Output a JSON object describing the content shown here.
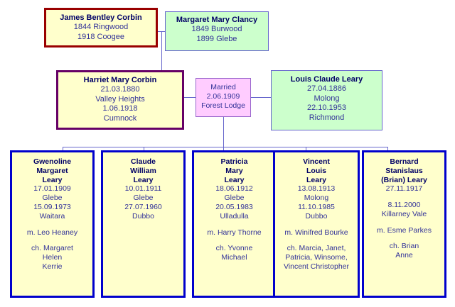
{
  "diagram": {
    "title": "Leary / Corbin family tree",
    "colors": {
      "box_cream": "#ffffcc",
      "box_green": "#ccffcc",
      "box_pink": "#ffccff",
      "border_dark_red": "#990000",
      "border_purple": "#660066",
      "border_blue": "#0000cc",
      "border_thin_blue": "#6666cc",
      "text_blue": "#333399",
      "connector": "#6666cc"
    },
    "generation1": {
      "father": {
        "name": "James Bentley Corbin",
        "lines": [
          "1844 Ringwood",
          "1918 Coogee"
        ]
      },
      "mother": {
        "name": "Margaret Mary Clancy",
        "lines": [
          "1849 Burwood",
          "1899 Glebe"
        ]
      }
    },
    "generation2": {
      "wife": {
        "name": "Harriet Mary Corbin",
        "lines": [
          "21.03.1880",
          "Valley Heights",
          "1.06.1918",
          "Cumnock"
        ]
      },
      "marriage": {
        "label": "Married",
        "date": "2.06.1909",
        "place": "Forest Lodge"
      },
      "husband": {
        "name": "Louis Claude Leary",
        "lines": [
          "27.04.1886",
          "Molong",
          "22.10.1953",
          "Richmond"
        ]
      }
    },
    "children": [
      {
        "name_lines": [
          "Gwenoline",
          "Margaret",
          "Leary"
        ],
        "birth_date": "17.01.1909",
        "birth_place": "Glebe",
        "death_date": "15.09.1973",
        "death_place": "Waitara",
        "spouse_lines": [
          "m. Leo Heaney"
        ],
        "children_lines": [
          "ch. Margaret",
          "Helen",
          "Kerrie"
        ]
      },
      {
        "name_lines": [
          "Claude",
          "William",
          "Leary"
        ],
        "birth_date": "10.01.1911",
        "birth_place": "Glebe",
        "death_date": "27.07.1960",
        "death_place": "Dubbo",
        "spouse_lines": [],
        "children_lines": []
      },
      {
        "name_lines": [
          "Patricia",
          "Mary",
          "Leary"
        ],
        "birth_date": "18.06.1912",
        "birth_place": "Glebe",
        "death_date": "20.05.1983",
        "death_place": "Ulladulla",
        "spouse_lines": [
          "m. Harry Thorne"
        ],
        "children_lines": [
          "ch. Yvonne",
          "Michael"
        ]
      },
      {
        "name_lines": [
          "Vincent",
          "Louis",
          "Leary"
        ],
        "birth_date": "13.08.1913",
        "birth_place": "Molong",
        "death_date": "11.10.1985",
        "death_place": "Dubbo",
        "spouse_lines": [
          "m. Winifred Bourke"
        ],
        "children_lines": [
          "ch. Marcia, Janet,",
          "Patricia, Winsome,",
          "Vincent Christopher"
        ]
      },
      {
        "name_lines": [
          "Bernard",
          "Stanislaus",
          "(Brian) Leary"
        ],
        "birth_date": "27.11.1917",
        "birth_place": "",
        "death_date": "8.11.2000",
        "death_place": "Killarney Vale",
        "spouse_lines": [
          "m. Esme Parkes"
        ],
        "children_lines": [
          "ch. Brian",
          "Anne"
        ]
      }
    ]
  }
}
